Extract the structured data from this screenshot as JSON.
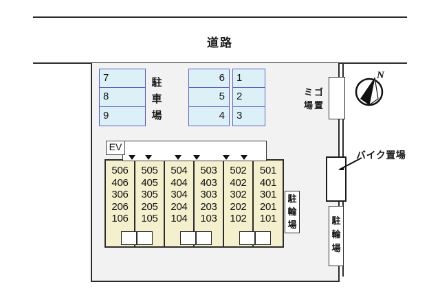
{
  "road": {
    "label": "道路"
  },
  "parking": {
    "label": "駐車場",
    "label_chars": [
      "駐",
      "車",
      "場"
    ],
    "left_block": [
      "7",
      "8",
      "9"
    ],
    "middle_block": [
      "6",
      "5",
      "4"
    ],
    "right_block": [
      "1",
      "2",
      "3"
    ]
  },
  "elevator": {
    "label": "EV"
  },
  "corridor": {
    "arrow_count": 6,
    "arrow_icon": "down-triangle"
  },
  "building": {
    "columns": [
      {
        "units": [
          "506",
          "406",
          "306",
          "206",
          "106"
        ]
      },
      {
        "units": [
          "505",
          "405",
          "305",
          "205",
          "105"
        ]
      },
      {
        "units": [
          "504",
          "404",
          "304",
          "204",
          "104"
        ]
      },
      {
        "units": [
          "503",
          "403",
          "303",
          "203",
          "103"
        ]
      },
      {
        "units": [
          "502",
          "402",
          "302",
          "202",
          "102"
        ]
      },
      {
        "units": [
          "501",
          "401",
          "301",
          "201",
          "101"
        ]
      }
    ],
    "balcony_count": 6
  },
  "bicycle_inner": {
    "label": "駐輪場",
    "chars": [
      "駐",
      "輪",
      "場"
    ]
  },
  "bicycle_outer": {
    "label": "駐輪場",
    "chars": [
      "駐",
      "輪",
      "場"
    ]
  },
  "garbage": {
    "label": "ゴミ置場",
    "col_right": [
      "ゴ",
      "置"
    ],
    "col_left": [
      "ミ",
      "場"
    ]
  },
  "motorcycle": {
    "label": "バイク置場"
  },
  "compass": {
    "label": "N",
    "icon": "compass-rose"
  }
}
